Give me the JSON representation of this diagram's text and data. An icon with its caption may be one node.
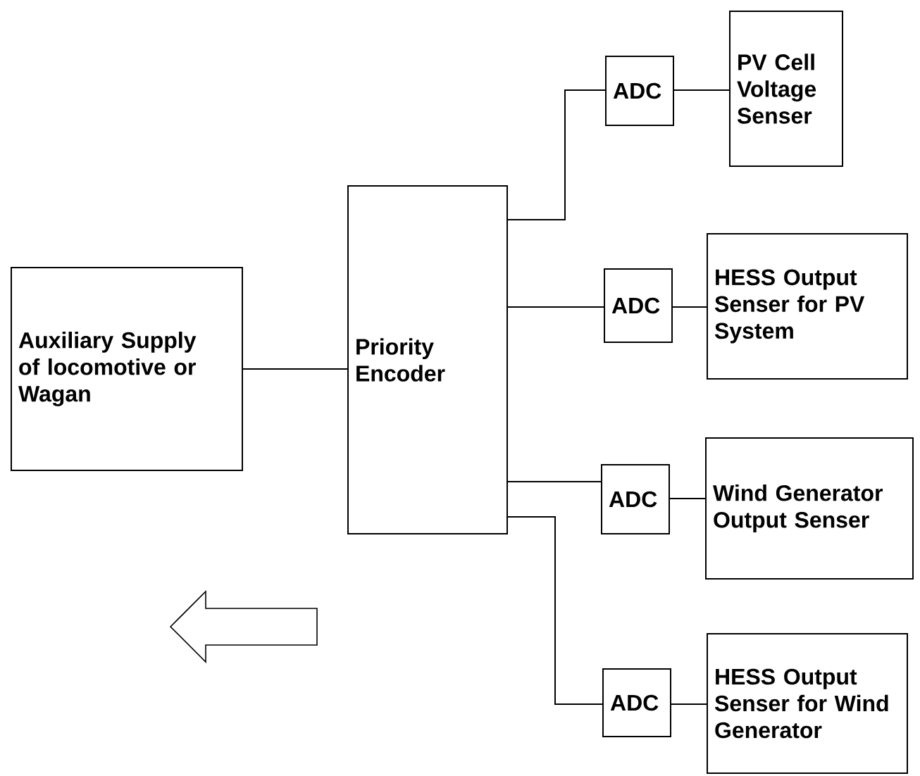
{
  "diagram": {
    "nodes": [
      {
        "text": [
          "Auxiliary Supply of locomotive or Wagan"
        ]
      },
      {
        "text": [
          "Priority Encoder"
        ]
      },
      {
        "text": [
          "ADC"
        ]
      },
      {
        "text": [
          "PV Cell Voltage Senser"
        ]
      },
      {
        "text": [
          "ADC"
        ]
      },
      {
        "text": [
          "HESS Output Senser for PV System"
        ]
      },
      {
        "text": [
          "ADC"
        ]
      },
      {
        "text": [
          "Wind Generator Output Senser"
        ]
      },
      {
        "text": [
          "ADC"
        ]
      },
      {
        "text": [
          "HESS Output Senser for Wind Generator"
        ]
      }
    ],
    "edges": [
      {
        "from": 0,
        "to": 1,
        "arrow": "none"
      },
      {
        "from": 1,
        "to": 2,
        "arrow": "none"
      },
      {
        "from": 2,
        "to": 3,
        "arrow": "none"
      },
      {
        "from": 1,
        "to": 4,
        "arrow": "none"
      },
      {
        "from": 4,
        "to": 5,
        "arrow": "none"
      },
      {
        "from": 1,
        "to": 6,
        "arrow": "none"
      },
      {
        "from": 6,
        "to": 7,
        "arrow": "none"
      },
      {
        "from": 1,
        "to": 8,
        "arrow": "none"
      },
      {
        "from": 8,
        "to": 9,
        "arrow": "none"
      }
    ]
  }
}
